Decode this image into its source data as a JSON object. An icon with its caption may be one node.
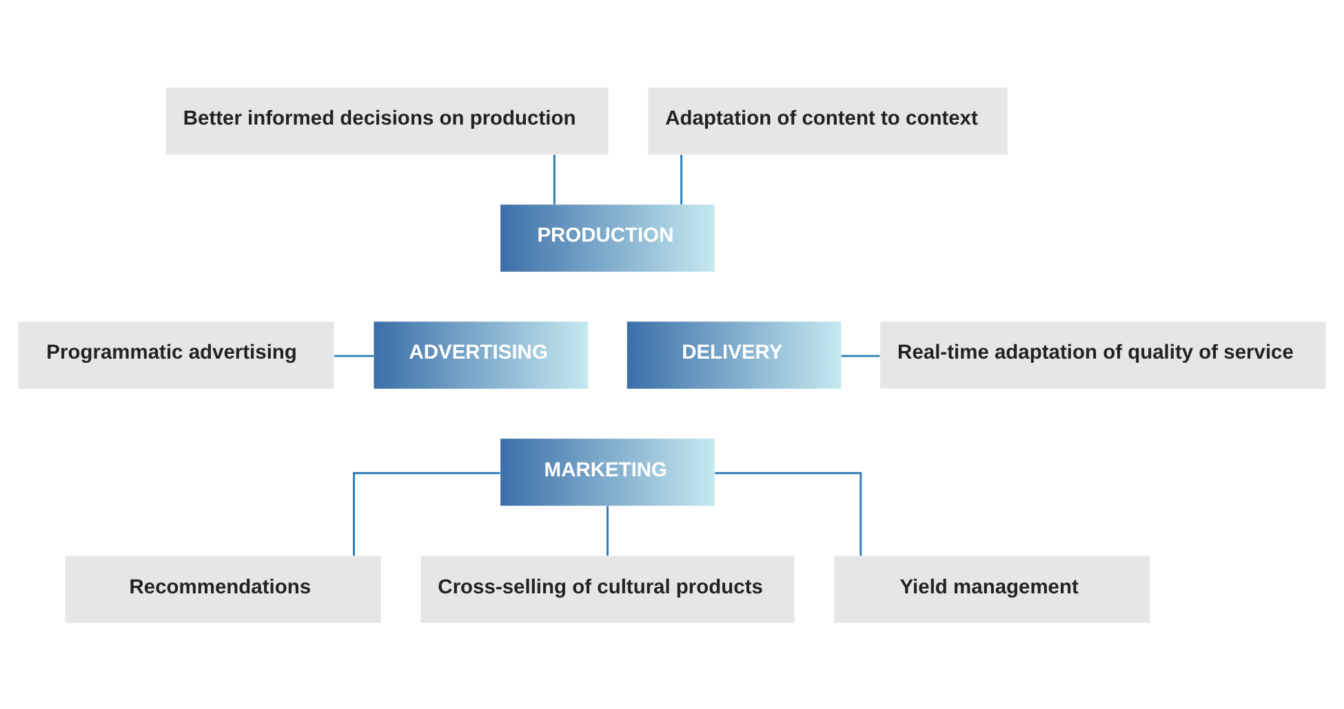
{
  "diagram": {
    "nodes": [
      {
        "text": [
          "Better informed decisions on production"
        ]
      },
      {
        "text": [
          "Adaptation of content to context"
        ]
      },
      {
        "text": [
          "PRODUCTION"
        ]
      },
      {
        "text": [
          "Programmatic advertising"
        ]
      },
      {
        "text": [
          "ADVERTISING"
        ]
      },
      {
        "text": [
          "DELIVERY"
        ]
      },
      {
        "text": [
          "Real-time adaptation of quality of service"
        ]
      },
      {
        "text": [
          "MARKETING"
        ]
      },
      {
        "text": [
          "Recommendations"
        ]
      },
      {
        "text": [
          "Cross-selling of cultural products"
        ]
      },
      {
        "text": [
          "Yield management"
        ]
      }
    ],
    "edges": [
      {
        "from": 0,
        "to": 2,
        "arrow": "none"
      },
      {
        "from": 1,
        "to": 2,
        "arrow": "none"
      },
      {
        "from": 3,
        "to": 4,
        "arrow": "none"
      },
      {
        "from": 5,
        "to": 6,
        "arrow": "none"
      },
      {
        "from": 7,
        "to": 8,
        "arrow": "none"
      },
      {
        "from": 7,
        "to": 9,
        "arrow": "none"
      },
      {
        "from": 7,
        "to": 10,
        "arrow": "none"
      }
    ]
  }
}
